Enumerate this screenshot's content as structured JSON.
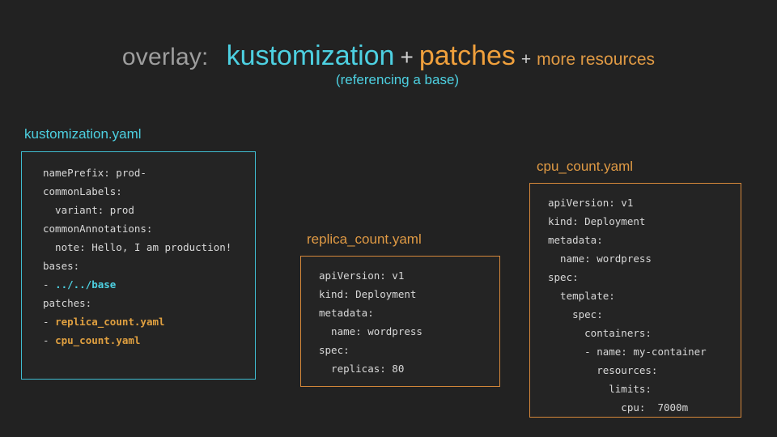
{
  "slide": {
    "background_color": "#222222",
    "title": {
      "overlay_label": "overlay:",
      "term_kustomization": "kustomization",
      "plus_1": "+",
      "term_patches": "patches",
      "plus_2": "+",
      "term_more_resources": "more resources",
      "subtitle": "(referencing a base)",
      "colors": {
        "overlay_label": "#9e9e9e",
        "cyan": "#4dd0e1",
        "orange": "#f0a03c",
        "orange_small": "#e09a44",
        "plus": "#d0d0d0"
      }
    },
    "files": [
      {
        "id": "kustomization",
        "label": "kustomization.yaml",
        "label_color": "#4dd0e1",
        "border_color": "#3fbcd0",
        "lines": [
          [
            {
              "text": "namePrefix: prod-",
              "color": "white"
            }
          ],
          [
            {
              "text": "commonLabels:",
              "color": "white"
            }
          ],
          [
            {
              "text": "  variant: prod",
              "color": "white"
            }
          ],
          [
            {
              "text": "commonAnnotations:",
              "color": "white"
            }
          ],
          [
            {
              "text": "  note: Hello, I am production!",
              "color": "white"
            }
          ],
          [
            {
              "text": "bases:",
              "color": "white"
            }
          ],
          [
            {
              "text": "- ",
              "color": "white"
            },
            {
              "text": "../../base",
              "color": "cyan"
            }
          ],
          [
            {
              "text": "patches:",
              "color": "white"
            }
          ],
          [
            {
              "text": "- ",
              "color": "white"
            },
            {
              "text": "replica_count.yaml",
              "color": "orange"
            }
          ],
          [
            {
              "text": "- ",
              "color": "white"
            },
            {
              "text": "cpu_count.yaml",
              "color": "orange"
            }
          ]
        ]
      },
      {
        "id": "replica",
        "label": "replica_count.yaml",
        "label_color": "#e09a44",
        "border_color": "#d4873a",
        "lines": [
          [
            {
              "text": "apiVersion: v1",
              "color": "white"
            }
          ],
          [
            {
              "text": "kind: Deployment",
              "color": "white"
            }
          ],
          [
            {
              "text": "metadata:",
              "color": "white"
            }
          ],
          [
            {
              "text": "  name: wordpress",
              "color": "white"
            }
          ],
          [
            {
              "text": "spec:",
              "color": "white"
            }
          ],
          [
            {
              "text": "  replicas: 80",
              "color": "white"
            }
          ]
        ]
      },
      {
        "id": "cpu",
        "label": "cpu_count.yaml",
        "label_color": "#e09a44",
        "border_color": "#d4873a",
        "lines": [
          [
            {
              "text": "apiVersion: v1",
              "color": "white"
            }
          ],
          [
            {
              "text": "kind: Deployment",
              "color": "white"
            }
          ],
          [
            {
              "text": "metadata:",
              "color": "white"
            }
          ],
          [
            {
              "text": "  name: wordpress",
              "color": "white"
            }
          ],
          [
            {
              "text": "spec:",
              "color": "white"
            }
          ],
          [
            {
              "text": "  template:",
              "color": "white"
            }
          ],
          [
            {
              "text": "    spec:",
              "color": "white"
            }
          ],
          [
            {
              "text": "      containers:",
              "color": "white"
            }
          ],
          [
            {
              "text": "      - name: my-container",
              "color": "white"
            }
          ],
          [
            {
              "text": "        resources:",
              "color": "white"
            }
          ],
          [
            {
              "text": "          limits:",
              "color": "white"
            }
          ],
          [
            {
              "text": "            cpu:  7000m",
              "color": "white"
            }
          ]
        ]
      }
    ]
  }
}
